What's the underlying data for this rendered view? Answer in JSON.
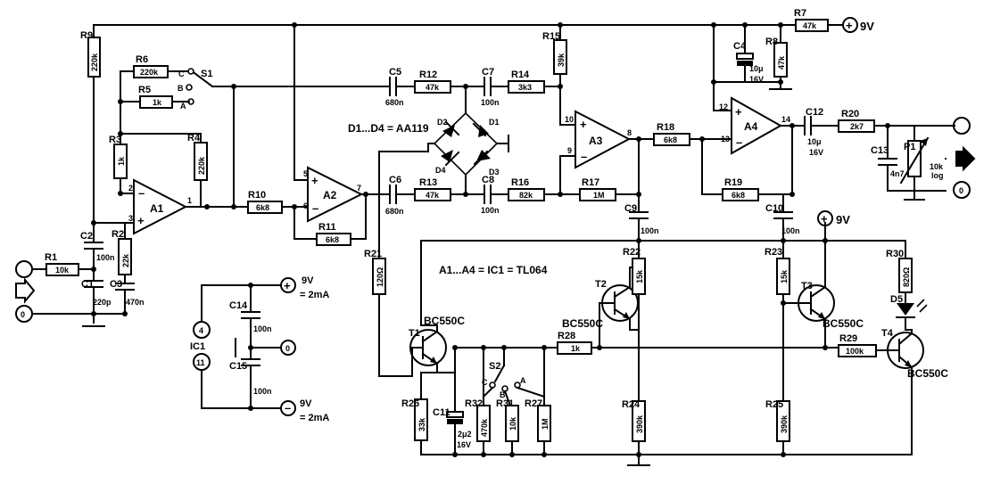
{
  "resistors": {
    "R1": {
      "ref": "R1",
      "value": "10k"
    },
    "R2": {
      "ref": "R2",
      "value": "22k"
    },
    "R3": {
      "ref": "R3",
      "value": "1k"
    },
    "R4": {
      "ref": "R4",
      "value": "220k"
    },
    "R5": {
      "ref": "R5",
      "value": "1k"
    },
    "R6": {
      "ref": "R6",
      "value": "220k"
    },
    "R7": {
      "ref": "R7",
      "value": "47k"
    },
    "R8": {
      "ref": "R8",
      "value": "47k"
    },
    "R9": {
      "ref": "R9",
      "value": "220k"
    },
    "R10": {
      "ref": "R10",
      "value": "6k8"
    },
    "R11": {
      "ref": "R11",
      "value": "6k8"
    },
    "R12": {
      "ref": "R12",
      "value": "47k"
    },
    "R13": {
      "ref": "R13",
      "value": "47k"
    },
    "R14": {
      "ref": "R14",
      "value": "3k3"
    },
    "R15": {
      "ref": "R15",
      "value": "39k"
    },
    "R16": {
      "ref": "R16",
      "value": "82k"
    },
    "R17": {
      "ref": "R17",
      "value": "1M"
    },
    "R18": {
      "ref": "R18",
      "value": "6k8"
    },
    "R19": {
      "ref": "R19",
      "value": "6k8"
    },
    "R20": {
      "ref": "R20",
      "value": "2k7"
    },
    "R21": {
      "ref": "R21",
      "value": "120Ω"
    },
    "R22": {
      "ref": "R22",
      "value": "15k"
    },
    "R23": {
      "ref": "R23",
      "value": "15k"
    },
    "R24": {
      "ref": "R24",
      "value": "390k"
    },
    "R25": {
      "ref": "R25",
      "value": "390k"
    },
    "R26": {
      "ref": "R26",
      "value": "33k"
    },
    "R27": {
      "ref": "R27",
      "value": "1M"
    },
    "R28": {
      "ref": "R28",
      "value": "1k"
    },
    "R29": {
      "ref": "R29",
      "value": "100k"
    },
    "R30": {
      "ref": "R30",
      "value": "820Ω"
    },
    "R31": {
      "ref": "R31",
      "value": "10k"
    },
    "R32": {
      "ref": "R32",
      "value": "470k"
    }
  },
  "capacitors": {
    "C1": {
      "ref": "C1",
      "value": "220p"
    },
    "C2": {
      "ref": "C2",
      "value": "100n"
    },
    "C3": {
      "ref": "C3",
      "value": "470n"
    },
    "C4": {
      "ref": "C4",
      "value": "10μ",
      "volt": "16V"
    },
    "C5": {
      "ref": "C5",
      "value": "680n"
    },
    "C6": {
      "ref": "C6",
      "value": "680n"
    },
    "C7": {
      "ref": "C7",
      "value": "100n"
    },
    "C8": {
      "ref": "C8",
      "value": "100n"
    },
    "C9": {
      "ref": "C9",
      "value": "100n"
    },
    "C10": {
      "ref": "C10",
      "value": "100n"
    },
    "C11": {
      "ref": "C11",
      "value": "2μ2",
      "volt": "16V"
    },
    "C12": {
      "ref": "C12",
      "value": "10μ",
      "volt": "16V"
    },
    "C13": {
      "ref": "C13",
      "value": "4n7"
    },
    "C14": {
      "ref": "C14",
      "value": "100n"
    },
    "C15": {
      "ref": "C15",
      "value": "100n"
    }
  },
  "opamps": {
    "A1": "A1",
    "A2": "A2",
    "A3": "A3",
    "A4": "A4",
    "pins": {
      "A1_inv": "2",
      "A1_non": "3",
      "A1_out": "1",
      "A2_non": "5",
      "A2_inv": "6",
      "A2_out": "7",
      "A3_non": "10",
      "A3_inv": "9",
      "A3_out": "8",
      "A4_non": "12",
      "A4_inv": "13",
      "A4_out": "14"
    }
  },
  "transistors": {
    "T1": {
      "ref": "T1",
      "type": "BC550C"
    },
    "T2": {
      "ref": "T2",
      "type": "BC550C"
    },
    "T3": {
      "ref": "T3",
      "type": "BC550C"
    },
    "T4": {
      "ref": "T4",
      "type": "BC550C"
    }
  },
  "diodes": {
    "D1": "D1",
    "D2": "D2",
    "D3": "D3",
    "D4": "D4",
    "D5": "D5"
  },
  "switches": {
    "S1": {
      "ref": "S1",
      "a": "A",
      "b": "B",
      "c": "C"
    },
    "S2": {
      "ref": "S2",
      "a": "A",
      "b": "B",
      "c": "C"
    }
  },
  "pot": {
    "ref": "P1",
    "value": "10k",
    "taper": "log"
  },
  "ic": {
    "ref": "IC1",
    "pin_top": "4",
    "pin_bottom": "11"
  },
  "supply": {
    "plus": "+",
    "minus": "–",
    "v9": "9V",
    "i2": "= 2mA",
    "plus9": "9V",
    "plus9_b": "9V",
    "ground_symbol": "0"
  },
  "notes": {
    "diodes": "D1...D4 = AA119",
    "amps": "A1...A4 = IC1 = TL064"
  }
}
